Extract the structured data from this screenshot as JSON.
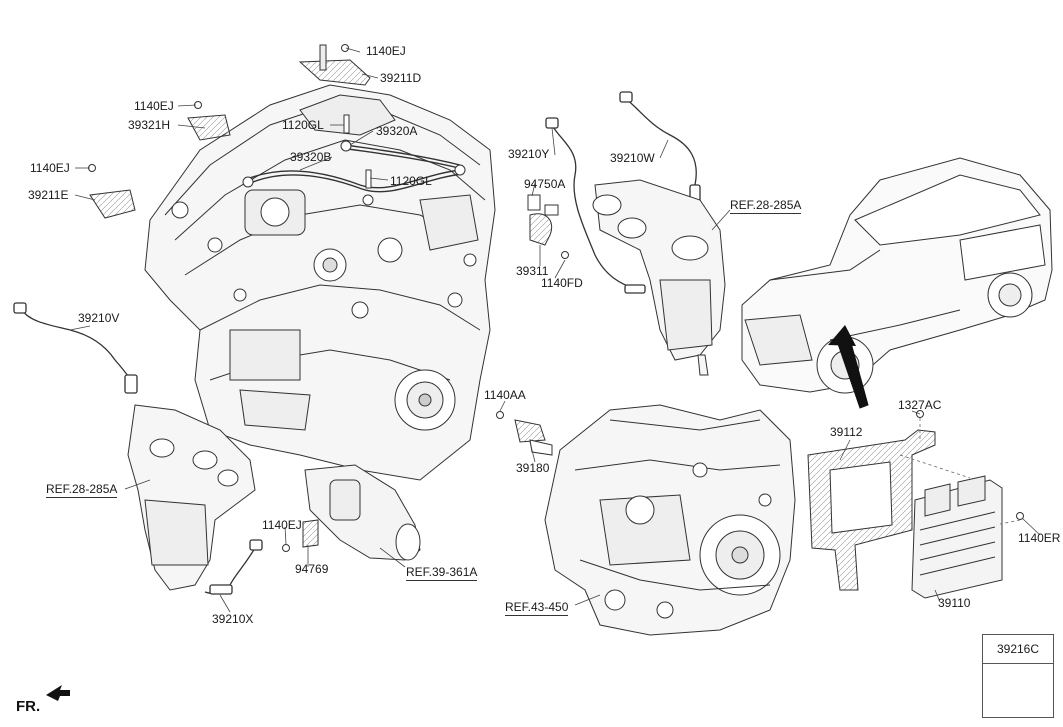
{
  "labels": {
    "l_1140ej_top": "1140EJ",
    "l_39211d": "39211D",
    "l_1140ej_left1": "1140EJ",
    "l_39321h": "39321H",
    "l_1120gl_1": "1120GL",
    "l_39320a": "39320A",
    "l_39320b": "39320B",
    "l_1120gl_2": "1120GL",
    "l_1140ej_left2": "1140EJ",
    "l_39211e": "39211E",
    "l_39210y": "39210Y",
    "l_39210w": "39210W",
    "l_94750a": "94750A",
    "l_ref_28_285a_right": "REF.28-285A",
    "l_39311": "39311",
    "l_1140fd": "1140FD",
    "l_39210v": "39210V",
    "l_1140aa": "1140AA",
    "l_39180": "39180",
    "l_1327ac": "1327AC",
    "l_39112": "39112",
    "l_ref_28_285a_left": "REF.28-285A",
    "l_1140ej_bottom": "1140EJ",
    "l_94769": "94769",
    "l_ref_39_361a": "REF.39-361A",
    "l_1140er": "1140ER",
    "l_ref_43_450": "REF.43-450",
    "l_39110": "39110",
    "l_39210x": "39210X"
  },
  "legend": {
    "part": "39216C"
  },
  "direction": {
    "label": "FR."
  }
}
